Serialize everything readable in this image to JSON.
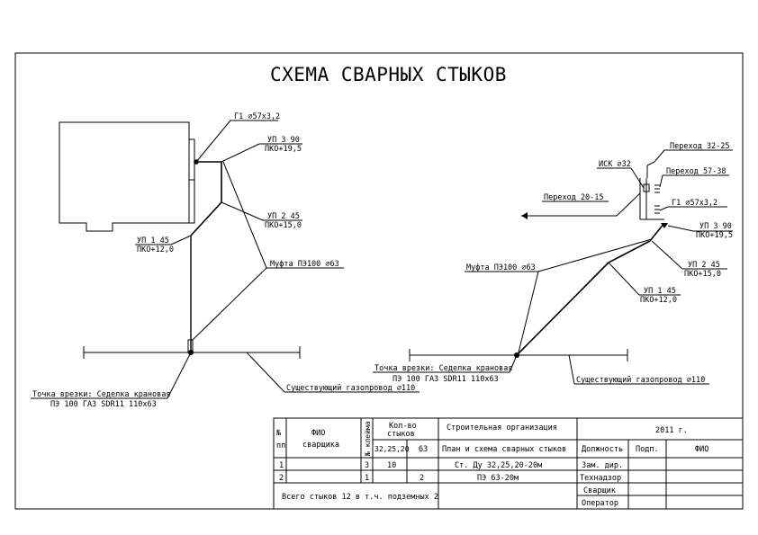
{
  "title": "СХЕМА СВАРНЫХ СТЫКОВ",
  "left_scheme": {
    "pipe_g1": "Г1 ∅57х3,2",
    "up390": "УП 3 90",
    "pko195": "ПКО+19,5",
    "up245": "УП 2 45",
    "pko150": "ПКО+15,0",
    "up145": "УП 1 45",
    "pko120": "ПКО+12,0",
    "coupling": "Муфта ПЭ100 ∅63",
    "tap_point": "Точка врезки: Седелка крановая",
    "tap_spec": "ПЭ 100 ГАЗ SDR11 110х63",
    "main_pipe": "Существующий газопровод ∅110"
  },
  "right_scheme": {
    "transition_32_25": "Переход 32-25",
    "isk": "ИСК ∅32",
    "transition_57_38": "Переход 57-38",
    "transition_20_15": "Переход 20-15",
    "pipe_g1": "Г1 ∅57х3,2",
    "up390": "УП 3 90",
    "pko195": "ПКО+19,5",
    "coupling": "Муфта ПЭ100 ∅63",
    "up245": "УП 2 45",
    "pko150": "ПКО+15,0",
    "up145": "УП 1 45",
    "pko120": "ПКО+12,0",
    "tap_point": "Точка врезки: Седелка крановая",
    "tap_spec": "ПЭ 100 ГАЗ SDR11 110х63",
    "main_pipe": "Существующий газопровод ∅110"
  },
  "table": {
    "col_num_top": "№",
    "col_num_bottom": "пп",
    "col_fio_top": "ФИО",
    "col_fio_bottom": "сварщика",
    "col_brand": "№ клейма",
    "col_qty_top": "Кол-во",
    "col_qty_bottom": "стыков",
    "col_d1": "32,25,20",
    "col_d2": "63",
    "org": "Строительная организация",
    "plan": "План и схема сварных стыков",
    "year": "2011 г.",
    "position": "Должность",
    "signature": "Подп.",
    "fio": "ФИО",
    "rows": [
      {
        "n": "1",
        "brand": "3",
        "q1": "10",
        "q2": "",
        "desc": "Ст. Ду 32,25,20-20м"
      },
      {
        "n": "2",
        "brand": "1",
        "q1": "",
        "q2": "2",
        "desc": "ПЭ 63-20м"
      }
    ],
    "roles": [
      "Зам. дир.",
      "Технадзор",
      "Сварщик",
      "Оператор"
    ],
    "total": "Всего стыков 12 в т.ч. подземных 2"
  }
}
